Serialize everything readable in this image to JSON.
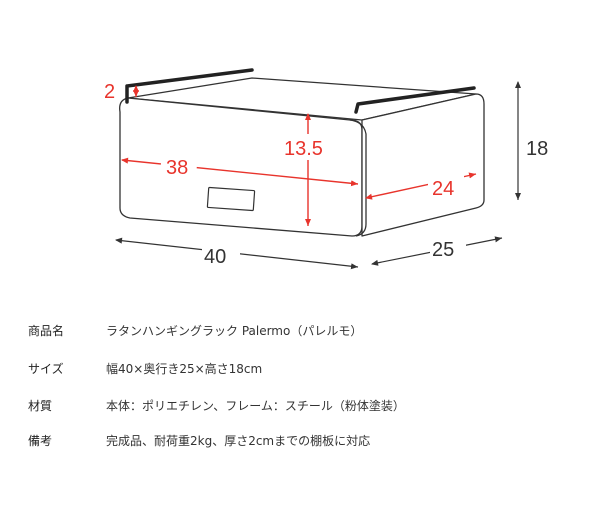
{
  "dimensions": {
    "handle_height": "2",
    "inner_height": "13.5",
    "inner_width": "38",
    "inner_depth": "24",
    "outer_width": "40",
    "outer_depth": "25",
    "outer_height": "18"
  },
  "colors": {
    "accent_red": "#e8342c",
    "outline": "#333333",
    "dimension_line": "#333333"
  },
  "specs": [
    {
      "label": "商品名",
      "value": "ラタンハンギングラック Palermo（パレルモ）"
    },
    {
      "label": "サイズ",
      "value": "幅40×奥行き25×高さ18cm"
    },
    {
      "label": "材質",
      "value": "本体：ポリエチレン、フレーム：スチール（粉体塗装）"
    },
    {
      "label": "備考",
      "value": "完成品、耐荷重2kg、厚さ2cmまでの棚板に対応"
    }
  ]
}
